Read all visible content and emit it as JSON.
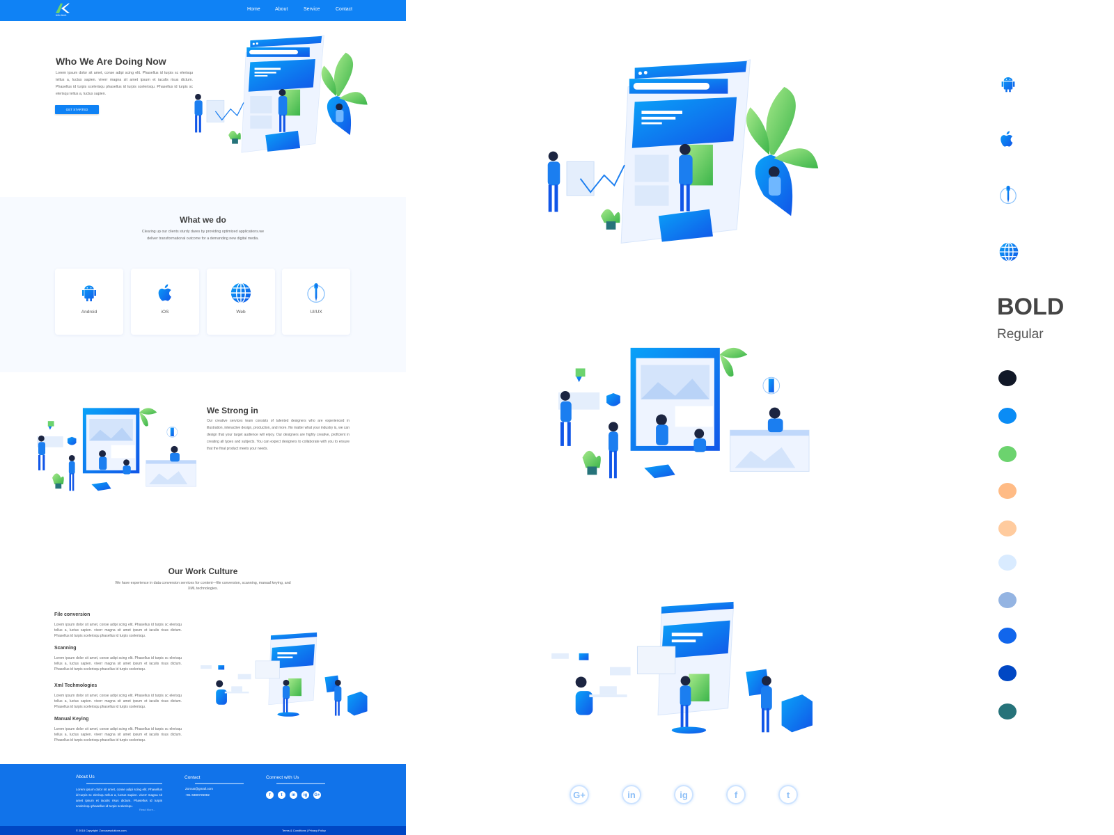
{
  "nav": {
    "logo_text": "Info tech",
    "items": [
      "Home",
      "About",
      "Service",
      "Contact"
    ]
  },
  "hero": {
    "title": "Who We Are Doing Now",
    "body": "Lorem ipsum dolor sit amet, conse adipi scing elit. Phasellus id turpis sc elerisqu tellus a, luctus sapien. viverr magna sit amet ipsum et iaculis risus dictum. Phasellus id turpis scelerisqu phasellus id turpis scelerisqu. Phasellus id turpis sc elerisqu tellus a, luctus sapien.",
    "button": "GET STARTED"
  },
  "what_we_do": {
    "title": "What we do",
    "subtitle_1": "Clearing up our clients sturdy dares by providing optimized applications.we",
    "subtitle_2": "deliver transformational outcome for a demanding new  digital media.",
    "cards": [
      {
        "label": "Android",
        "icon": "android-icon"
      },
      {
        "label": "iOS",
        "icon": "apple-icon"
      },
      {
        "label": "Web",
        "icon": "globe-icon"
      },
      {
        "label": "UI/UX",
        "icon": "pen-tool-icon"
      }
    ]
  },
  "strong": {
    "title": "We Strong in",
    "body": "Our creative services team consists of talented designers who are experienced in illustration, interactive design, production, and more. No matter what your industry is, we can design that your target audience will enjoy. Our designers are highly creative, proficient in creating all types and subjects. You can expect designers to collaborate with you to ensure that the final product meets your needs."
  },
  "culture": {
    "title": "Our Work Culture",
    "subtitle_1": "We have experience in data conversion services for content—file conversion, scanning, manual keying, and",
    "subtitle_2": "XML technologies.",
    "items": [
      {
        "title": "File conversion",
        "body": "Lorem ipsum dolor sit amet, conse adipi scing elit. Phasellus id turpis sc elerisqu  tellus a, luctus sapien. viverr magna sit amet ipsum et iaculis risus dictum. Phasellus id turpis scelerisqu phasellus id turpis scelerisqu."
      },
      {
        "title": "Scanning",
        "body": "Lorem ipsum dolor sit amet, conse adipi scing elit. Phasellus id turpis sc elerisqu  tellus a, luctus sapien. viverr magna sit amet ipsum et iaculis risus dictum. Phasellus id turpis scelerisqu phasellus id turpis scelerisqu."
      },
      {
        "title": "Xml Techmologies",
        "body": "Lorem ipsum dolor sit amet, conse adipi scing elit. Phasellus id turpis sc elerisqu  tellus a, luctus sapien. viverr magna sit amet ipsum et iaculis risus dictum. Phasellus id turpis scelerisqu phasellus id turpis scelerisqu."
      },
      {
        "title": "Manual Keying",
        "body": "Lorem ipsum dolor sit amet, conse adipi scing elit. Phasellus id turpis sc elerisqu  tellus a, luctus sapien. viverr magna sit amet ipsum et iaculis risus dictum. Phasellus id turpis scelerisqu phasellus id turpis scelerisqu."
      }
    ]
  },
  "footer": {
    "about_title": "About Us",
    "about_body": "Lorem ipsum dolor sit amet, conse adipi scing elit. Phasellus id turpis sc elerisqu  tellus a, luctus sapien. viverr magna sit amet ipsum et iaculis risus dictum. Phasellus id turpis scelerisqu phasellus id turpis scelerisqu.",
    "read_more": "Read More...",
    "contact_title": "Contact",
    "email": "Zorous@gmail.com",
    "phone": "+91-6380725082",
    "connect_title": "Connect with Us",
    "social": [
      "f",
      "t",
      "in",
      "ig",
      "G+"
    ],
    "copyright": "© 2018 Copyright: Zorousesolutions.com.",
    "legal": "Terms & Conditions | Privacy Policy"
  },
  "style_guide": {
    "bold_label": "BOLD",
    "regular_label": "Regular",
    "icons": [
      "android-icon",
      "apple-icon",
      "pen-tool-icon",
      "globe-icon"
    ],
    "colors": [
      "#111827",
      "#0a8cf5",
      "#6cd36e",
      "#ffbb85",
      "#ffcb9e",
      "#d9ebff",
      "#94b4e2",
      "#1166ec",
      "#0047c4",
      "#26737a"
    ],
    "social": [
      "G+",
      "in",
      "ig",
      "f",
      "t"
    ]
  }
}
